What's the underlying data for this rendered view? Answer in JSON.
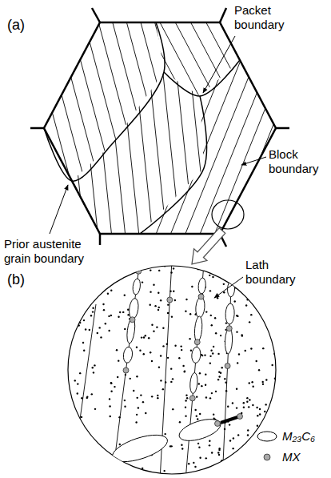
{
  "diagram": {
    "labels": [
      "(a)",
      "Packet boundary",
      "Block boundary",
      "Prior austenite grain boundary",
      "(b)",
      "Lath boundary"
    ],
    "legend": [
      {
        "text": "M₂₃C₆"
      },
      {
        "text": "MX"
      }
    ]
  }
}
